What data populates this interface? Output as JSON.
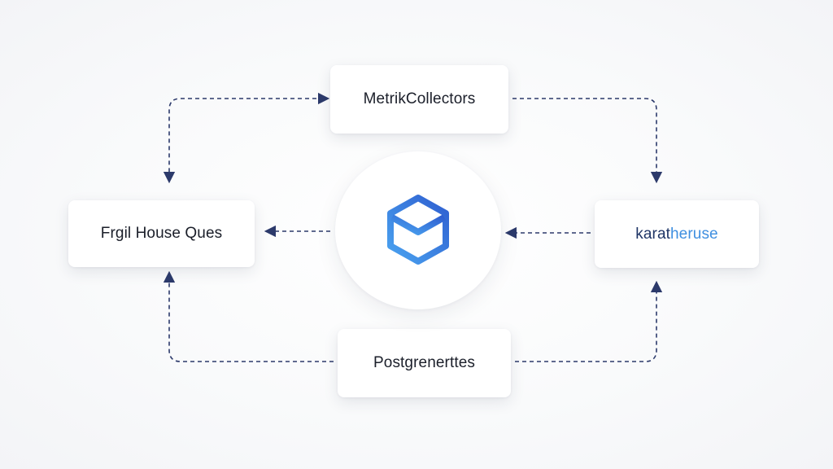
{
  "diagram": {
    "nodes": {
      "top": {
        "label": "MetrikCollectors"
      },
      "left": {
        "label": "Frgil House Ques"
      },
      "right": {
        "label_part_a": "karat",
        "label_part_b": "heruse"
      },
      "bottom": {
        "label": "Postgrenerttes"
      }
    },
    "hub": {
      "icon": "hexagon-logo-icon"
    },
    "colors": {
      "connector": "#2c3a6b",
      "accent_light": "#4aa3f0",
      "accent_dark": "#2f5fd0",
      "node_text": "#1b1f2a"
    }
  }
}
